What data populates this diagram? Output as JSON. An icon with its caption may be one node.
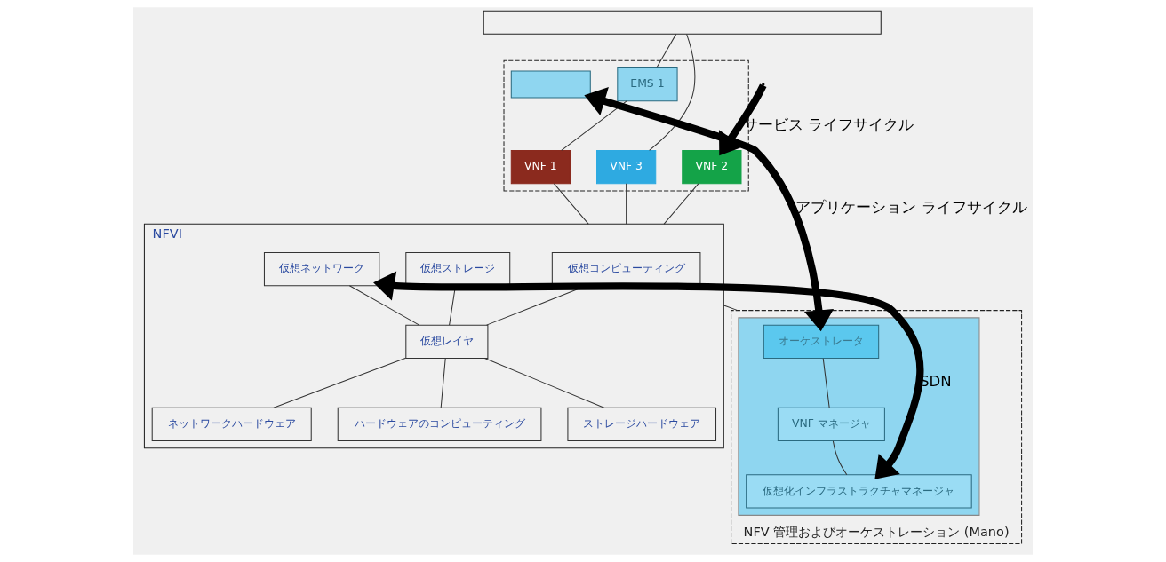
{
  "diagram": {
    "nodes": [
      {
        "text": [],
        "shape": "box"
      },
      {
        "text": [],
        "shape": "box"
      },
      {
        "text": [
          "EMS 1"
        ],
        "in": 1
      },
      {
        "text": [],
        "shape": "box",
        "in": 1
      },
      {
        "text": [
          "VNF 1"
        ],
        "in": 1
      },
      {
        "text": [
          "VNF 2"
        ],
        "in": 1
      },
      {
        "text": [
          "VNF 3"
        ],
        "in": 1
      },
      {
        "text": [
          "NFVI"
        ]
      },
      {
        "text": [
          "仮想コンピューティング"
        ],
        "in": 7
      },
      {
        "text": [
          "仮想ストレージ"
        ],
        "in": 7
      },
      {
        "text": [
          "仮想ネットワーク"
        ],
        "in": 7
      },
      {
        "text": [
          "仮想レイヤ"
        ],
        "in": 7
      },
      {
        "text": [
          "ハードウェアのコンピューティング"
        ],
        "in": 7
      },
      {
        "text": [
          "ストレージハードウェア"
        ],
        "in": 7
      },
      {
        "text": [
          "ネットワークハードウェア"
        ],
        "in": 7
      },
      {
        "text": [
          "NFV 管理およびオーケストレーション (Mano)"
        ]
      },
      {
        "text": [],
        "shape": "box",
        "in": 15
      },
      {
        "text": [
          "オーケストレータ"
        ],
        "in": 16
      },
      {
        "text": [
          "VNF マネージャ"
        ],
        "in": 16
      },
      {
        "text": [
          "仮想化インフラストラクチャマネージャ"
        ],
        "in": 16
      }
    ],
    "edges": [
      {
        "from": null,
        "to": 5,
        "arrow": "to",
        "label": "サービス ライフサイクル",
        "style": "thick"
      },
      {
        "from": 0,
        "to": 2,
        "arrow": "none"
      },
      {
        "from": 2,
        "to": 4,
        "arrow": "none"
      },
      {
        "from": 0,
        "to": 6,
        "arrow": "none"
      },
      {
        "from": 4,
        "to": 7,
        "arrow": "none"
      },
      {
        "from": 5,
        "to": 7,
        "arrow": "none"
      },
      {
        "from": 6,
        "to": 7,
        "arrow": "none"
      },
      {
        "from": 8,
        "to": 11,
        "arrow": "none"
      },
      {
        "from": 9,
        "to": 11,
        "arrow": "none"
      },
      {
        "from": 10,
        "to": 11,
        "arrow": "none"
      },
      {
        "from": 11,
        "to": 12,
        "arrow": "none"
      },
      {
        "from": 11,
        "to": 13,
        "arrow": "none"
      },
      {
        "from": 11,
        "to": 14,
        "arrow": "none"
      },
      {
        "from": 3,
        "to": 17,
        "arrow": "both",
        "label": "アプリケーション ライフサイクル",
        "style": "thick"
      },
      {
        "from": 17,
        "to": 18,
        "arrow": "none"
      },
      {
        "from": 18,
        "to": 19,
        "arrow": "none"
      },
      {
        "from": 10,
        "to": 19,
        "arrow": "both",
        "label": "SDN",
        "style": "thick"
      },
      {
        "from": 7,
        "to": 15,
        "arrow": "none"
      }
    ]
  }
}
